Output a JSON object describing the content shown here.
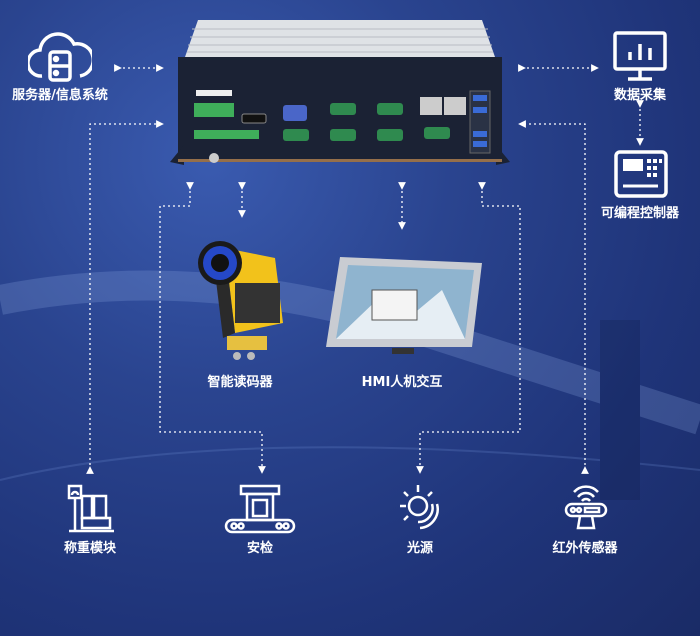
{
  "nodes": {
    "server": "服务器/信息系统",
    "data_acq": "数据采集",
    "plc": "可编程控制器",
    "code_reader": "智能读码器",
    "hmi": "HMI人机交互",
    "weighing": "称重模块",
    "security": "安检",
    "light": "光源",
    "ir_sensor": "红外传感器"
  },
  "colors": {
    "background": "#22398a",
    "line": "#ffffff",
    "device_panel": "#1b2234",
    "connector_green": "#3fae5a"
  }
}
